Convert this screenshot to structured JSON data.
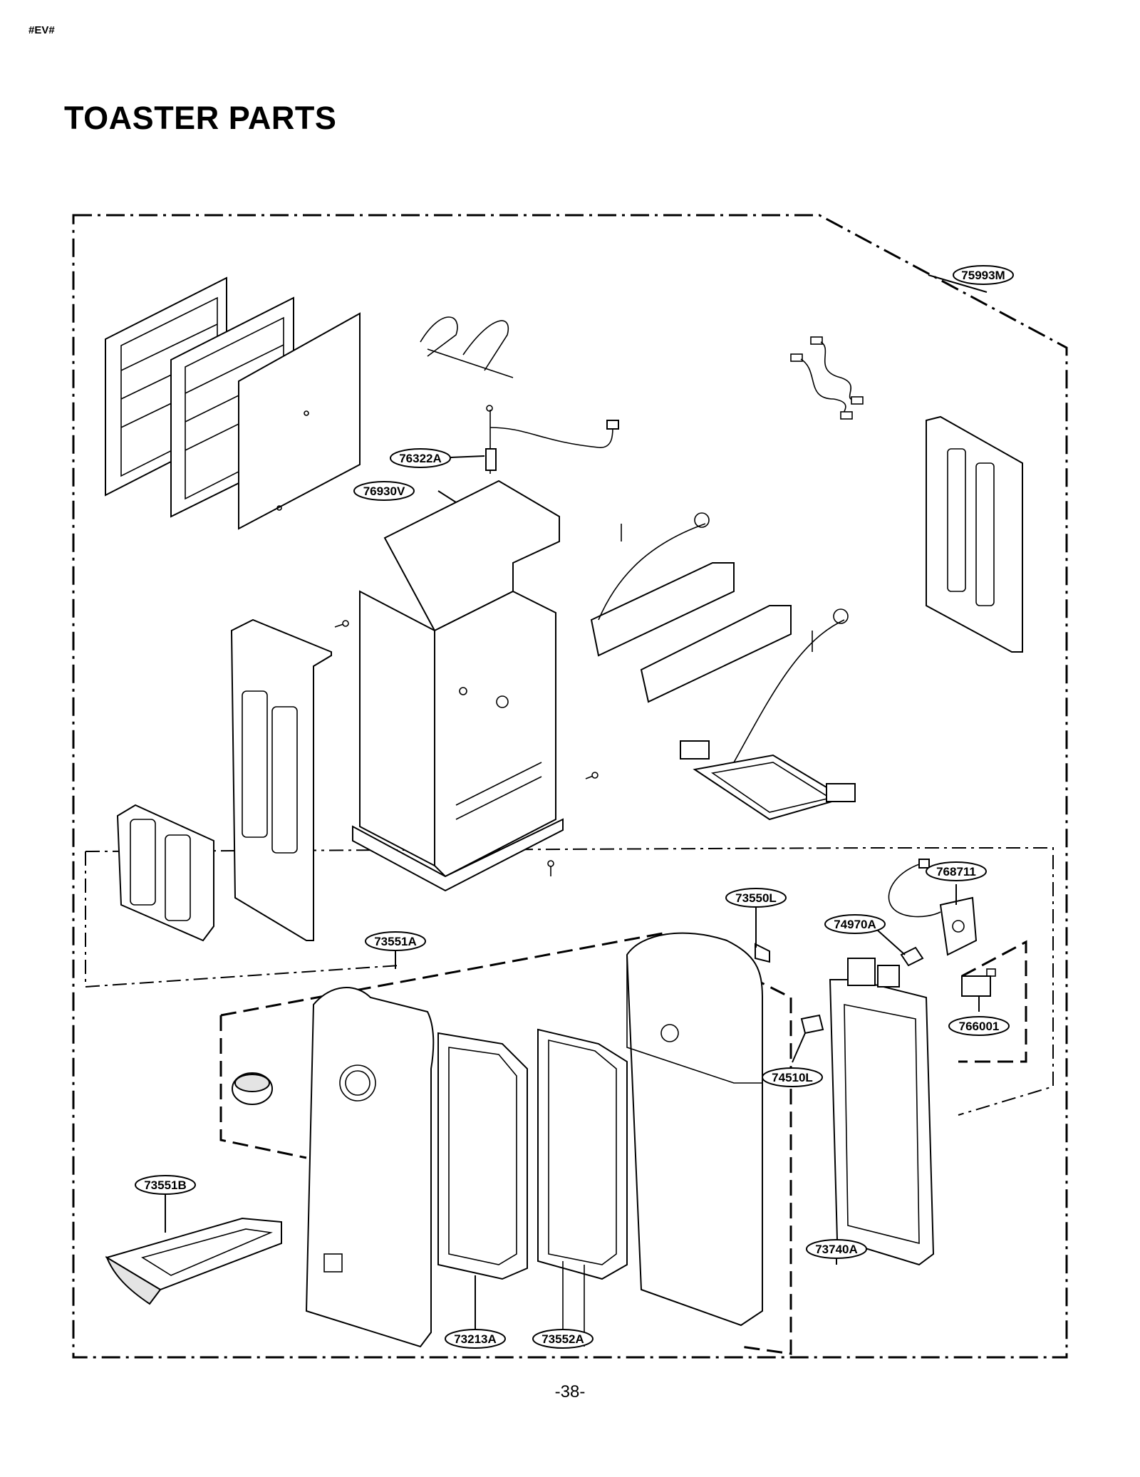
{
  "header": {
    "tag": "#EV#"
  },
  "page": {
    "title": "TOASTER PARTS",
    "number": "-38-"
  },
  "callouts": [
    {
      "id": "75993M",
      "label": "75993M"
    },
    {
      "id": "76322A",
      "label": "76322A"
    },
    {
      "id": "76930V",
      "label": "76930V"
    },
    {
      "id": "768711",
      "label": "768711"
    },
    {
      "id": "73550L",
      "label": "73550L"
    },
    {
      "id": "74970A",
      "label": "74970A"
    },
    {
      "id": "73551A",
      "label": "73551A"
    },
    {
      "id": "766001",
      "label": "766001"
    },
    {
      "id": "74510L",
      "label": "74510L"
    },
    {
      "id": "73551B",
      "label": "73551B"
    },
    {
      "id": "73740A",
      "label": "73740A"
    },
    {
      "id": "73213A",
      "label": "73213A"
    },
    {
      "id": "73552A",
      "label": "73552A"
    }
  ]
}
